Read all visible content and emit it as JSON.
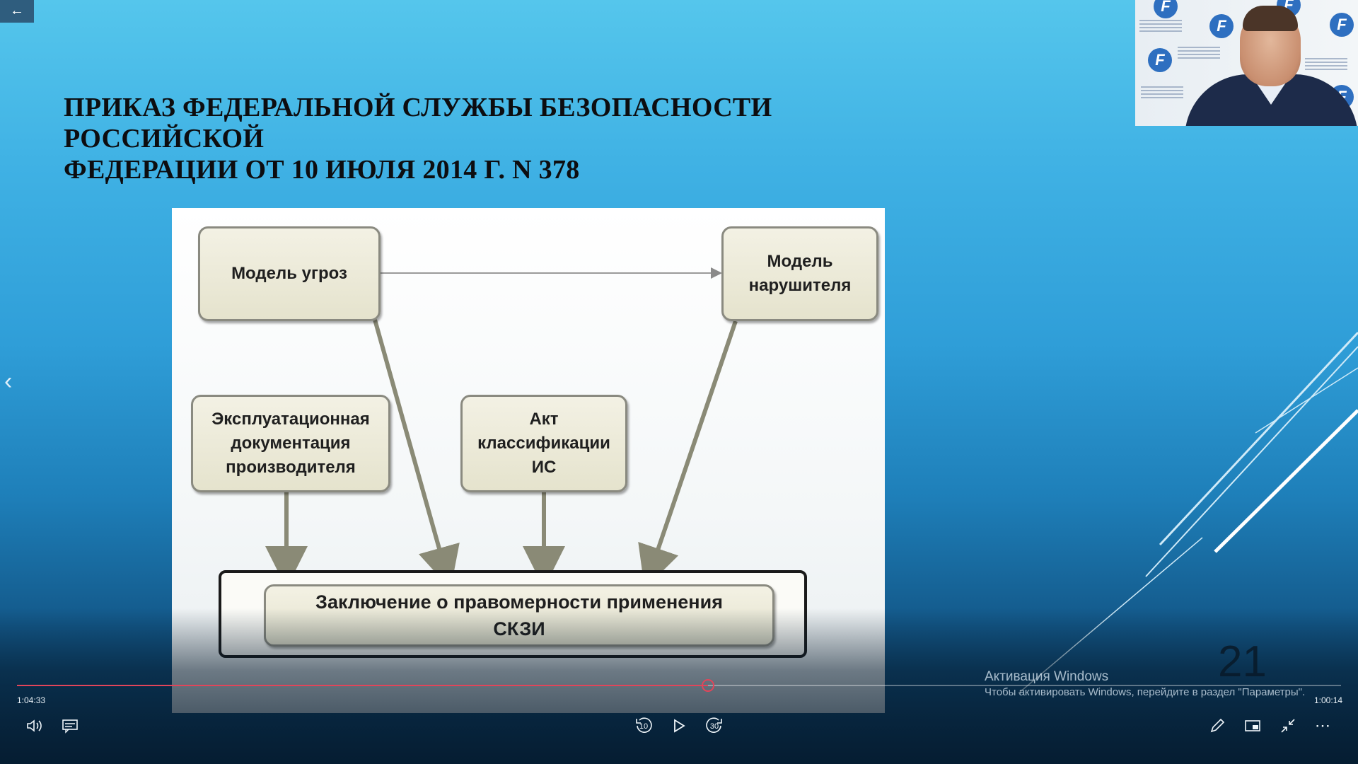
{
  "slide": {
    "title_line1": "ПРИКАЗ ФЕДЕРАЛЬНОЙ СЛУЖБЫ БЕЗОПАСНОСТИ РОССИЙСКОЙ",
    "title_line2": "ФЕДЕРАЦИИ ОТ 10 ИЮЛЯ 2014 Г. N 378",
    "slide_number": "21",
    "diagram": {
      "threat_model": "Модель угроз",
      "intruder_model": "Модель\nнарушителя",
      "operational_docs": "Эксплуатационная\nдокументация\nпроизводителя",
      "classification_act": "Акт\nклассификации\nИС",
      "conclusion": "Заключение о правомерности применения\nСКЗИ"
    }
  },
  "webcam": {
    "logo_letter": "F"
  },
  "activation": {
    "title": "Активация Windows",
    "subtitle": "Чтобы активировать Windows, перейдите в раздел \"Параметры\"."
  },
  "player": {
    "elapsed": "1:04:33",
    "remaining": "1:00:14",
    "progress": 0.522,
    "back_icon": "arrow-left-icon",
    "skip_back_label": "10",
    "skip_forward_label": "30",
    "colors": {
      "progress": "#e2455a"
    }
  }
}
